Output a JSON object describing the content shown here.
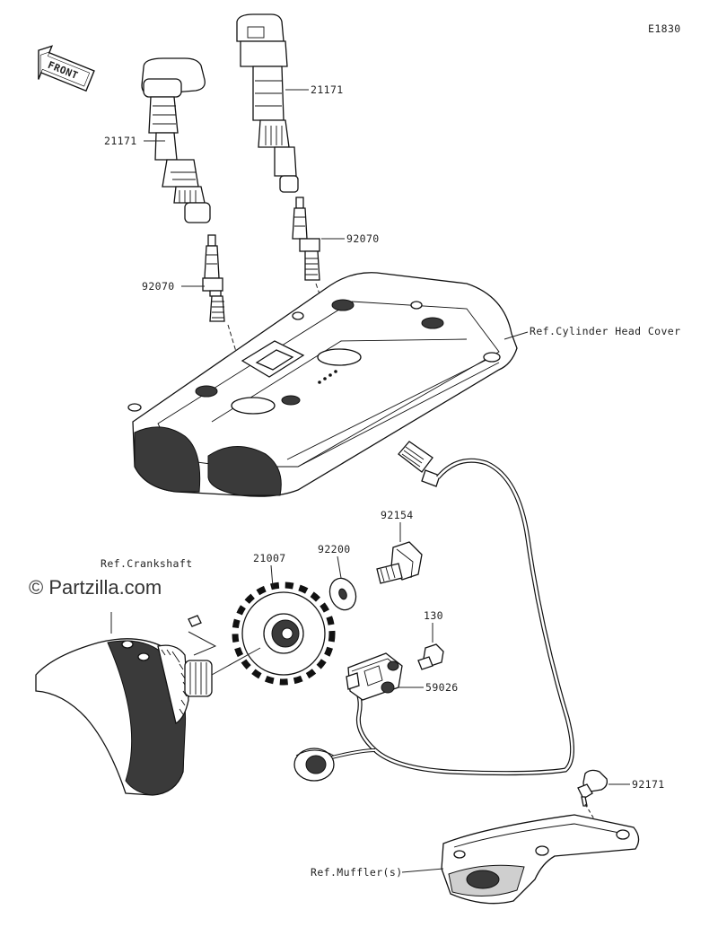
{
  "diagram": {
    "code": "E1830",
    "front_label": "FRONT",
    "watermark": "© Partzilla.com",
    "callouts": {
      "coil_left": "21171",
      "coil_right": "21171",
      "plug_left": "92070",
      "plug_right": "92070",
      "cylinder_head_cover": "Ref.Cylinder Head Cover",
      "bolt": "92154",
      "washer": "92200",
      "rotor": "21007",
      "crankshaft": "Ref.Crankshaft",
      "sensor_bolt": "130",
      "sensor": "59026",
      "grommet": "92171",
      "muffler": "Ref.Muffler(s)"
    }
  }
}
